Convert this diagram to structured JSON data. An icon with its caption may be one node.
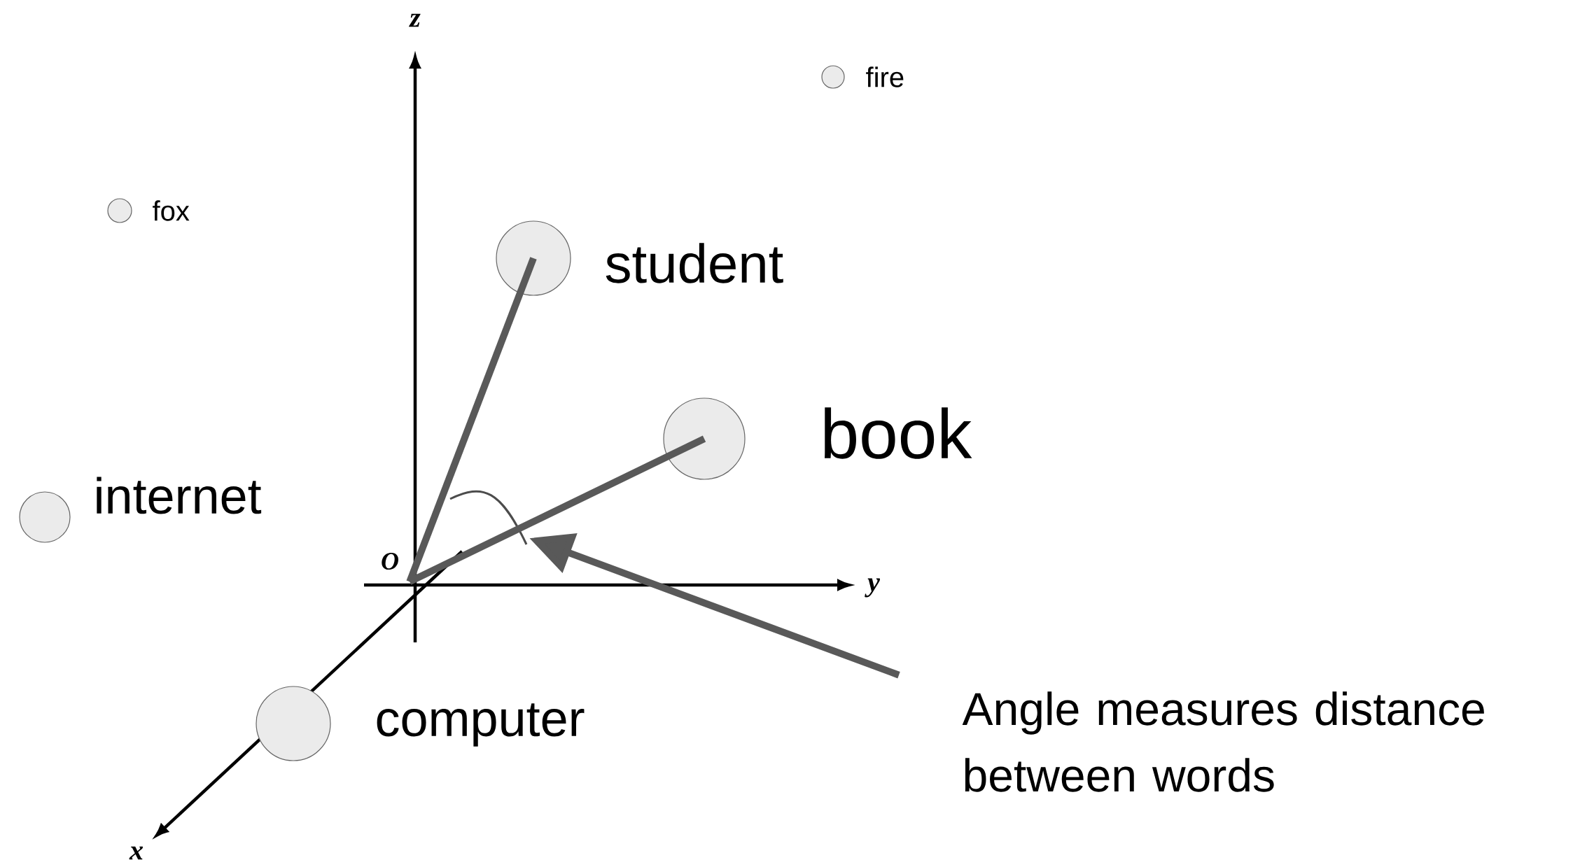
{
  "diagram": {
    "nodes": [
      {
        "text": [
          "O"
        ]
      },
      {
        "text": [],
        "shape": "circle",
        "beside": [
          "fox"
        ]
      },
      {
        "text": [],
        "shape": "circle",
        "beside": [
          "fire"
        ]
      },
      {
        "text": [],
        "shape": "circle",
        "beside": [
          "student"
        ]
      },
      {
        "text": [],
        "shape": "circle",
        "beside": [
          "book"
        ]
      },
      {
        "text": [],
        "shape": "circle",
        "beside": [
          "internet"
        ]
      },
      {
        "text": [],
        "shape": "circle",
        "beside": [
          "computer"
        ]
      },
      {
        "text": [
          "Angle measures distance between words"
        ]
      }
    ],
    "edges": [
      {
        "from": 0,
        "to": 3,
        "arrow": "none"
      },
      {
        "from": 0,
        "to": 4,
        "arrow": "none"
      },
      {
        "from": 7,
        "to": null,
        "arrow": "to"
      }
    ],
    "labels": [
      "z",
      "y",
      "x"
    ]
  }
}
